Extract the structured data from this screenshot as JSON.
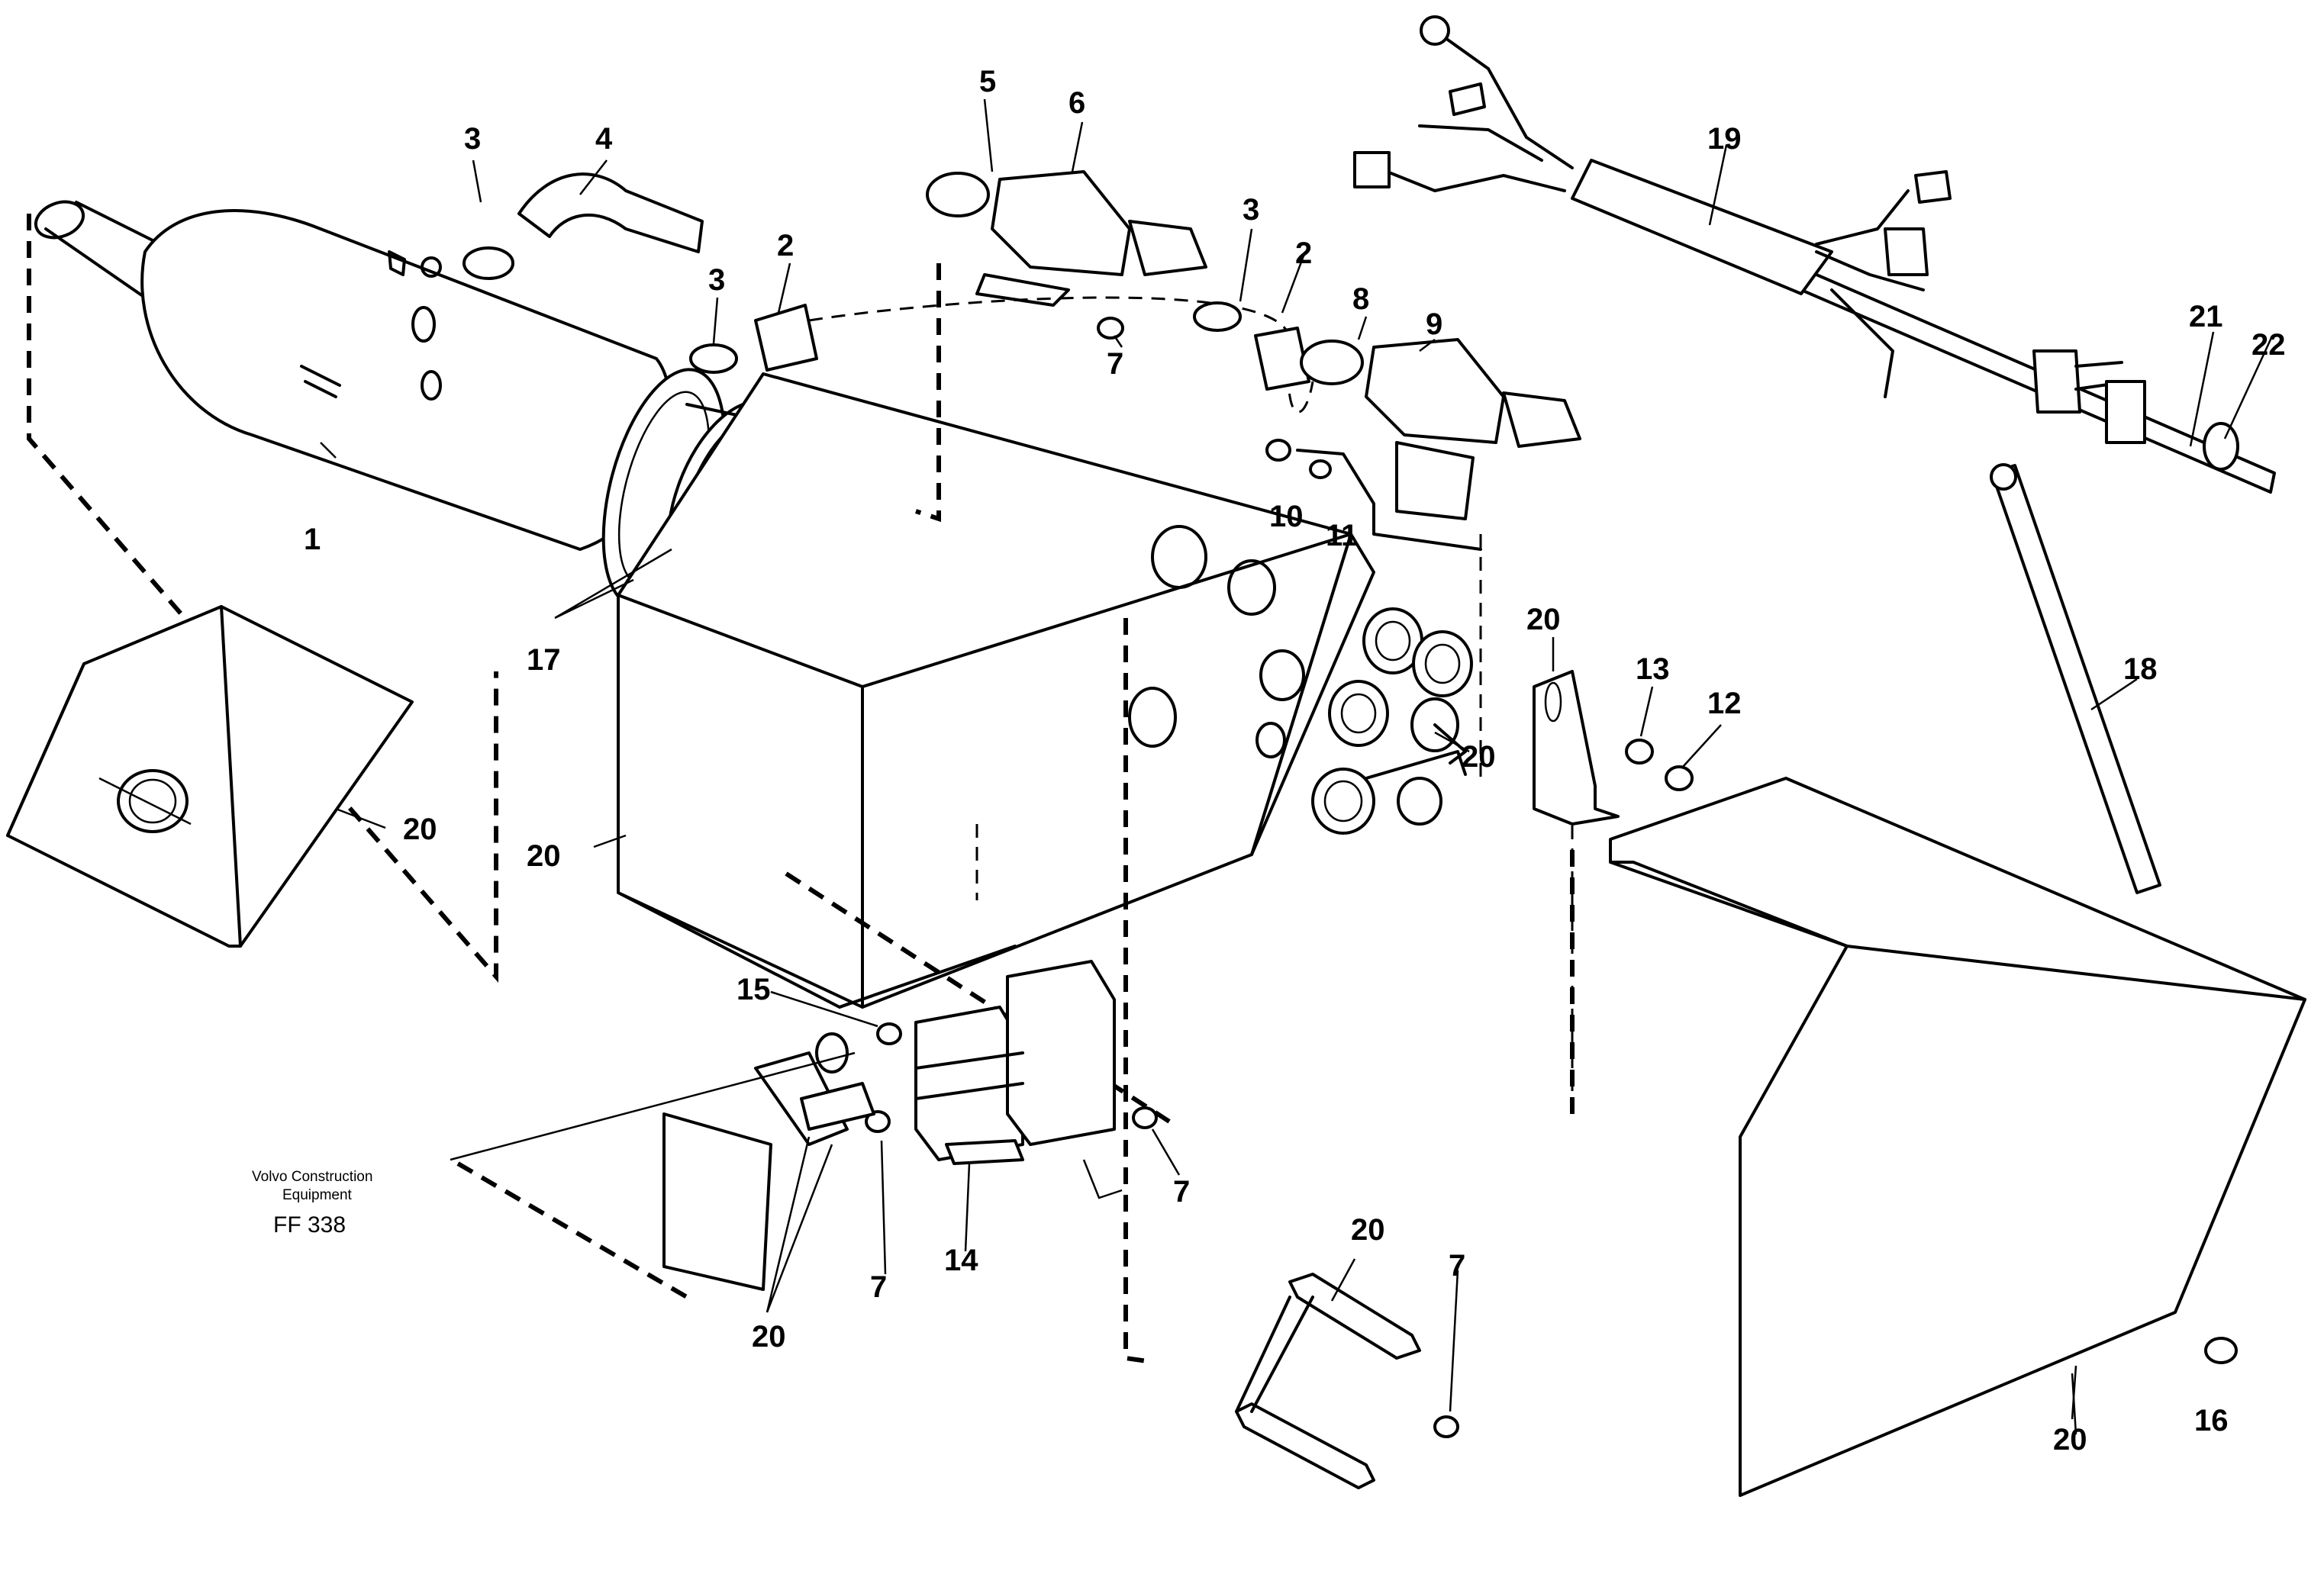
{
  "credit": {
    "line1": "Volvo Construction",
    "line2": "Equipment",
    "reference": "FF 338"
  },
  "callouts": {
    "c1": "1",
    "c2a": "2",
    "c2b": "2",
    "c3a": "3",
    "c3b": "3",
    "c3c": "3",
    "c4": "4",
    "c5": "5",
    "c6": "6",
    "c7a": "7",
    "c7b": "7",
    "c7c": "7",
    "c7d": "7",
    "c8": "8",
    "c9": "9",
    "c10": "10",
    "c11": "11",
    "c12": "12",
    "c13": "13",
    "c14": "14",
    "c15": "15",
    "c16": "16",
    "c17": "17",
    "c18": "18",
    "c19": "19",
    "c20a": "20",
    "c20b": "20",
    "c20c": "20",
    "c20d": "20",
    "c20e": "20",
    "c20f": "20",
    "c20g": "20",
    "c21": "21",
    "c22": "22"
  }
}
